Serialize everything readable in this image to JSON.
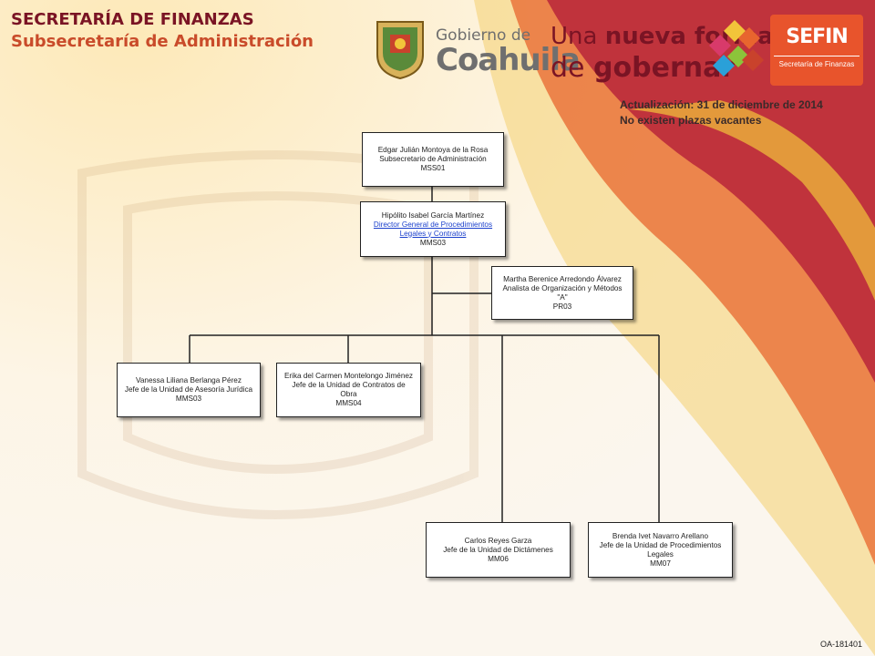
{
  "header": {
    "title": "SECRETARÍA DE FINANZAS",
    "subtitle": "Subsecretaría de Administración"
  },
  "logos": {
    "gobierno_small": "Gobierno de",
    "gobierno_big": "Coahuila",
    "slogan_line1_a": "Una ",
    "slogan_line1_b": "nueva forma",
    "slogan_line2_a": "de ",
    "slogan_line2_b": "gobernar",
    "sefin_name": "SEFIN",
    "sefin_sub": "Secretaría de Finanzas"
  },
  "notes": {
    "update": "Actualización: 31  de diciembre de 2014",
    "vacancies": "No existen plazas vacantes"
  },
  "org": {
    "root": {
      "name": "Edgar Julián Montoya de la Rosa",
      "title": "Subsecretario de Administración",
      "code": "MSS01"
    },
    "director": {
      "name": "Hipólito Isabel García Martínez",
      "title_line1": "Director General de Procedimientos",
      "title_line2": "Legales y Contratos",
      "code": "MMS03"
    },
    "analyst": {
      "name": "Martha Berenice Arredondo  Álvarez",
      "title_line1": "Analista de Organización  y Métodos",
      "title_line2": "\"A\"",
      "code": "PR03"
    },
    "juridica": {
      "name": "Vanessa Liliana Berlanga Pérez",
      "title": "Jefe de la Unidad de Asesoría Jurídica",
      "code": "MMS03"
    },
    "contratos": {
      "name": "Erika del Carmen Montelongo Jiménez",
      "title_line1": "Jefe de la Unidad de Contratos de",
      "title_line2": "Obra",
      "code": "MMS04"
    },
    "dictamenes": {
      "name": "Carlos  Reyes Garza",
      "title": "Jefe de la Unidad de Dictámenes",
      "code": "MM06"
    },
    "procedimientos": {
      "name": "Brenda  Ivet Navarro Arellano",
      "title_line1": "Jefe de la Unidad de Procedimientos",
      "title_line2": "Legales",
      "code": "MM07"
    }
  },
  "footer": {
    "code": "OA-181401"
  },
  "colors": {
    "title": "#7a1424",
    "subtitle": "#c94b2a",
    "sefin": "#e8542c",
    "link": "#1a3fcc",
    "wave_red": "#b8253a",
    "wave_orange": "#e65a2c",
    "wave_yellow": "#f2c43a"
  }
}
